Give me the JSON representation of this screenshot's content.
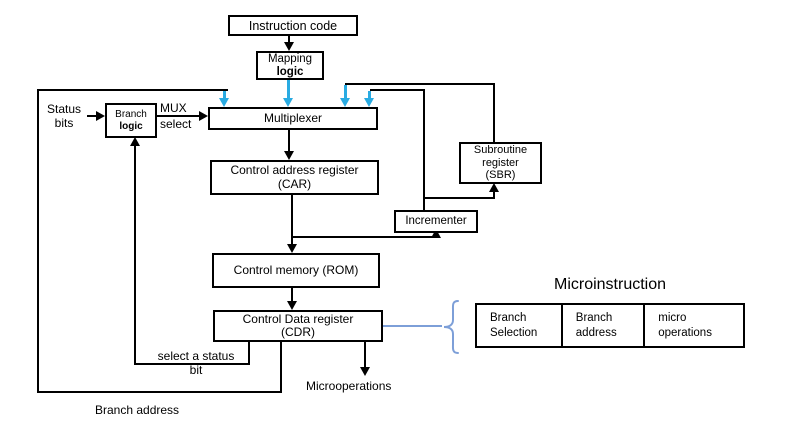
{
  "boxes": {
    "instruction_code": {
      "label": "Instruction code"
    },
    "mapping_logic": {
      "line1": "Mapping",
      "line2": "logic"
    },
    "multiplexer": {
      "label": "Multiplexer"
    },
    "branch_logic": {
      "line1": "Branch",
      "line2": "logic"
    },
    "car": {
      "line1": "Control address register",
      "line2": "(CAR)"
    },
    "sbr": {
      "line1": "Subroutine",
      "line2": "register",
      "line3": "(SBR)"
    },
    "incrementer": {
      "label": "Incrementer"
    },
    "rom": {
      "label": "Control memory (ROM)"
    },
    "cdr": {
      "line1": "Control Data register",
      "line2": "(CDR)"
    }
  },
  "labels": {
    "status_bits": {
      "line1": "Status",
      "line2": "bits"
    },
    "mux_select": {
      "line1": "MUX",
      "line2": "select"
    },
    "select_status_bit": {
      "line1": "select a status",
      "line2": "bit"
    },
    "branch_address": "Branch address",
    "microoperations": "Microoperations"
  },
  "microinstruction": {
    "title": "Microinstruction",
    "fields": [
      {
        "line1": "Branch",
        "line2": "Selection"
      },
      {
        "line1": "Branch",
        "line2": "address"
      },
      {
        "line1": "micro",
        "line2": "operations"
      }
    ]
  },
  "colors": {
    "line": "#000000",
    "arrow_blue": "#29abe2",
    "brace_blue": "#7d9fd8",
    "bg": "#ffffff"
  }
}
